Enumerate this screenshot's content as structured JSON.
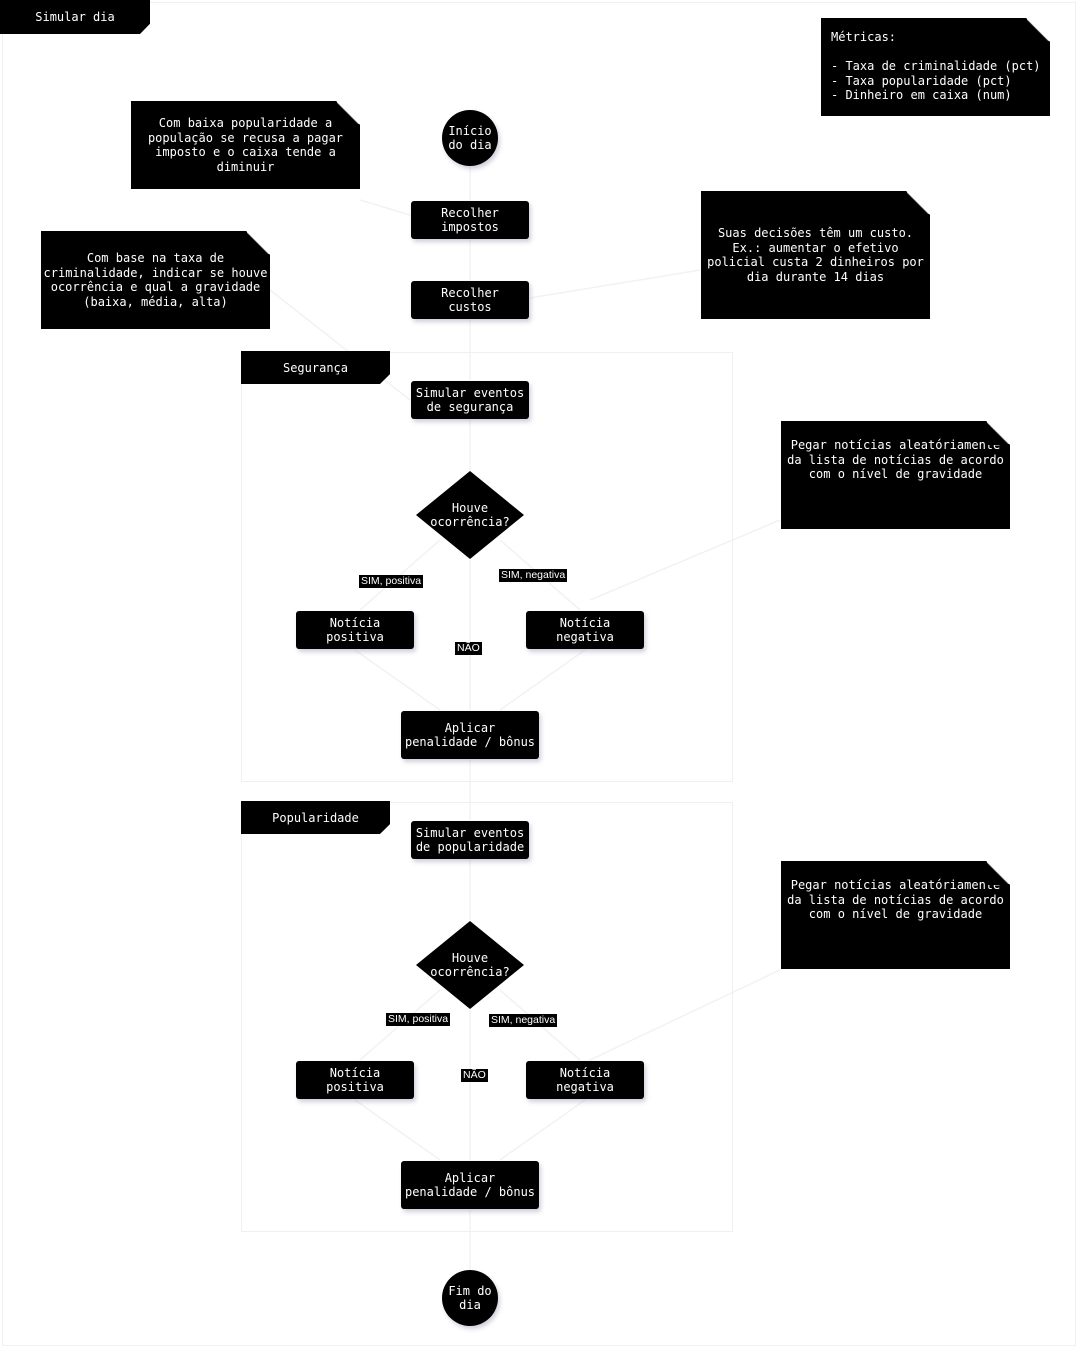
{
  "diagram": {
    "title": "Simular dia",
    "start": "Início\ndo dia",
    "end": "Fim do\ndia",
    "steps": {
      "collect_taxes": "Recolher\nimpostos",
      "collect_costs": "Recolher\ncustos"
    },
    "security": {
      "label": "Segurança",
      "simulate": "Simular eventos\nde segurança",
      "decision": "Houve\nocorrência?",
      "positive": "Notícia\npositiva",
      "negative": "Notícia\nnegativa",
      "apply": "Aplicar\npenalidade / bônus",
      "edge_positive": "SIM, positiva",
      "edge_negative": "SIM, negativa",
      "edge_no": "NÃO"
    },
    "popularity": {
      "label": "Popularidade",
      "simulate": "Simular eventos\nde popularidade",
      "decision": "Houve\nocorrência?",
      "positive": "Notícia\npositiva",
      "negative": "Notícia\nnegativa",
      "apply": "Aplicar\npenalidade / bônus",
      "edge_positive": "SIM, positiva",
      "edge_negative": "SIM, negativa",
      "edge_no": "NÃO"
    },
    "notes": {
      "metrics": "Métricas:\n\n- Taxa de criminalidade (pct)\n- Taxa popularidade (pct)\n- Dinheiro em caixa (num)",
      "low_popularity": "Com baixa popularidade a\npopulação se recusa a pagar\nimposto e o caixa tende a\ndiminuir",
      "decisions_cost": "Suas decisões têm um custo.\nEx.: aumentar o efetivo\npolicial custa 2 dinheiros por\ndia durante 14 dias",
      "criminality": "Com base na taxa de\ncriminalidade, indicar se houve\nocorrência e qual a gravidade\n(baixa, média, alta)",
      "security_news": "Pegar notícias aleatóriamente\nda lista de notícias de acordo\ncom o nível de gravidade",
      "popularity_news": "Pegar notícias aleatóriamente\nda lista de notícias de acordo\ncom o nível de gravidade"
    }
  },
  "colors": {
    "node_fill": "#000000",
    "node_text": "#ffffff",
    "background": "#ffffff",
    "edge": "#f2f2f2"
  }
}
